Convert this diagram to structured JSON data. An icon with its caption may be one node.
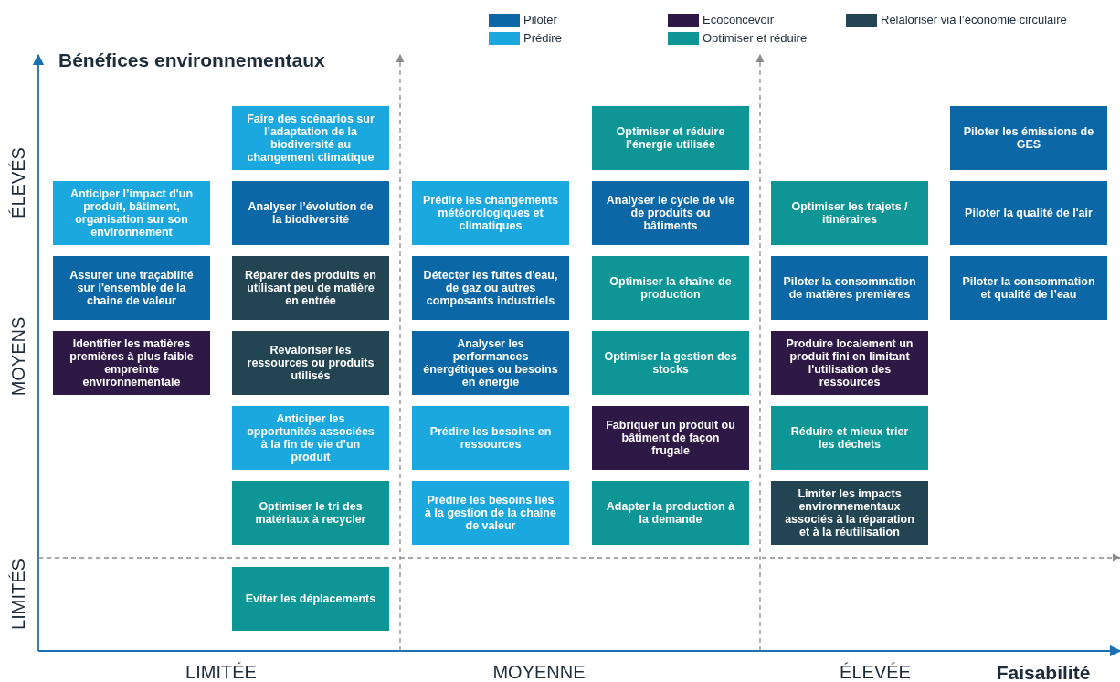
{
  "diagram": {
    "nodes": [
      {
        "text": [
          "Faire des scénarios sur l’adaptation de la biodiversité au changement climatique"
        ]
      },
      {
        "text": [
          "Optimiser et réduire l’énergie utilisée"
        ]
      },
      {
        "text": [
          "Piloter les émissions de GES"
        ]
      },
      {
        "text": [
          "Anticiper l’impact d'un produit, bâtiment, organisation sur son environnement"
        ]
      },
      {
        "text": [
          "Analyser l’évolution de la biodiversité"
        ]
      },
      {
        "text": [
          "Prédire les changements météorologiques et climatiques"
        ]
      },
      {
        "text": [
          "Analyser le cycle de vie de produits ou bâtiments"
        ]
      },
      {
        "text": [
          "Optimiser les trajets / itinéraires"
        ]
      },
      {
        "text": [
          "Piloter la qualité de l'air"
        ]
      },
      {
        "text": [
          "Assurer une traçabilité sur l'ensemble de la chaine de valeur"
        ]
      },
      {
        "text": [
          "Réparer des produits en utilisant peu de matière en entrée"
        ]
      },
      {
        "text": [
          "Détecter les fuites d'eau, de gaz ou autres composants industriels"
        ]
      },
      {
        "text": [
          "Optimiser la chaîne de production"
        ]
      },
      {
        "text": [
          "Piloter la consommation de matières premières"
        ]
      },
      {
        "text": [
          "Piloter la consommation et qualité de l’eau"
        ]
      },
      {
        "text": [
          "Identifier les matières premières à plus faible empreinte environnementale"
        ]
      },
      {
        "text": [
          "Revaloriser les ressources ou produits utilisés"
        ]
      },
      {
        "text": [
          "Analyser les performances énergétiques ou besoins en énergie"
        ]
      },
      {
        "text": [
          "Optimiser la gestion des stocks"
        ]
      },
      {
        "text": [
          "Produire localement un produit fini en limitant l'utilisation des ressources"
        ]
      },
      {
        "text": [
          "Anticiper les opportunités associées à la fin de vie d’un produit"
        ]
      },
      {
        "text": [
          "Prédire les besoins en ressources"
        ]
      },
      {
        "text": [
          "Fabriquer un produit ou bâtiment de façon frugale"
        ]
      },
      {
        "text": [
          "Réduire et mieux trier les déchets"
        ]
      },
      {
        "text": [
          "Optimiser le tri des matériaux à recycler"
        ]
      },
      {
        "text": [
          "Prédire les besoins liés à la gestion de la chaine de valeur"
        ]
      },
      {
        "text": [
          "Adapter la production à la demande"
        ]
      },
      {
        "text": [
          "Limiter les impacts environnementaux associés à la réparation et à la réutilisation"
        ]
      },
      {
        "text": [
          "Eviter les déplacements"
        ]
      }
    ],
    "labels": [
      "Bénéfices environnementaux",
      "ÉLEVÉS",
      "MOYENS",
      "LIMITÉS",
      "LIMITÉE",
      "MOYENNE",
      "ÉLEVÉE",
      "Faisabilité"
    ],
    "legend": [
      {
        "text": "Piloter",
        "color": "#0b67a6"
      },
      {
        "text": "Ecoconcevoir",
        "color": "#2d1846"
      },
      {
        "text": "Relaloriser via l’économie circulaire",
        "color": "#234453"
      },
      {
        "text": "Prédire",
        "color": "#1ba8de"
      },
      {
        "text": "Optimiser et réduire",
        "color": "#0e9595"
      }
    ]
  }
}
